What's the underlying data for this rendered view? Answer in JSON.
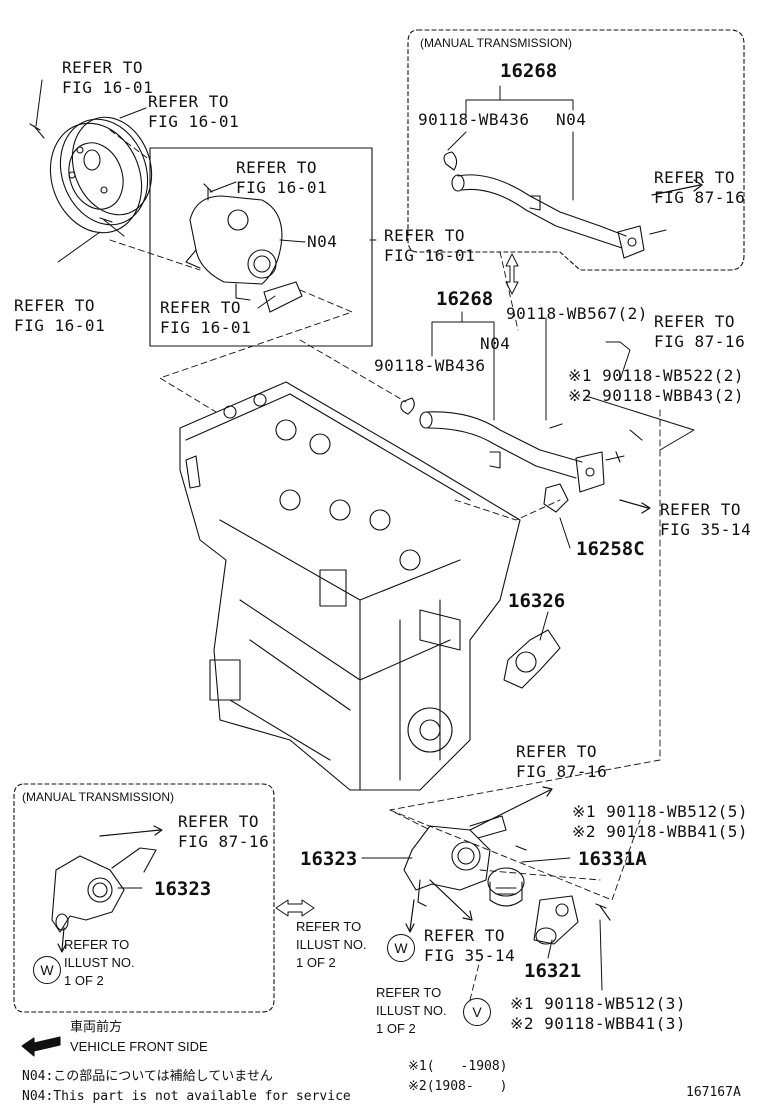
{
  "labels": {
    "refer_fig_16_01_a": [
      "REFER TO",
      "FIG 16-01"
    ],
    "refer_fig_16_01_b": [
      "REFER TO",
      "FIG 16-01"
    ],
    "refer_fig_16_01_c": [
      "REFER TO",
      "FIG 16-01"
    ],
    "refer_fig_16_01_d": [
      "REFER TO",
      "FIG 16-01"
    ],
    "refer_fig_16_01_e": [
      "REFER TO",
      "FIG 16-01"
    ],
    "refer_fig_16_01_f": [
      "REFER TO",
      "FIG 16-01"
    ],
    "n04_pump": "N04",
    "manual_trans_top": "(MANUAL TRANSMISSION)",
    "part_16268_top": "16268",
    "part_90118_wb436_top": "90118-WB436",
    "n04_top": "N04",
    "refer_fig_87_16_top": [
      "REFER TO",
      "FIG 87-16"
    ],
    "part_16268_mid": "16268",
    "part_90118_wb567": "90118-WB567(2)",
    "refer_fig_87_16_mid": [
      "REFER TO",
      "FIG 87-16"
    ],
    "n04_mid": "N04",
    "part_90118_wb436_mid": "90118-WB436",
    "bolt_wb522": "※1 90118-WB522(2)",
    "bolt_wbb43": "※2 90118-WBB43(2)",
    "refer_fig_35_14_a": [
      "REFER TO",
      "FIG 35-14"
    ],
    "part_16258c": "16258C",
    "part_16326": "16326",
    "refer_fig_87_16_bottom": [
      "REFER TO",
      "FIG 87-16"
    ],
    "bolt_wb512_5": "※1 90118-WB512(5)",
    "bolt_wbb41_5": "※2 90118-WBB41(5)",
    "part_16323_main": "16323",
    "part_16331a": "16331A",
    "refer_fig_35_14_b": [
      "REFER TO",
      "FIG 35-14"
    ],
    "part_16321": "16321",
    "bolt_wb512_3": "※1 90118-WB512(3)",
    "bolt_wbb41_3": "※2 90118-WBB41(3)",
    "refer_illust_w_mid": [
      "REFER TO",
      "ILLUST NO.",
      "1 OF 2"
    ],
    "circle_w_mid": "W",
    "refer_illust_v": [
      "REFER TO",
      "ILLUST NO.",
      "1 OF 2"
    ],
    "circle_v": "V",
    "manual_trans_bottom": "(MANUAL TRANSMISSION)",
    "refer_fig_87_16_box": [
      "REFER TO",
      "FIG 87-16"
    ],
    "part_16323_box": "16323",
    "refer_illust_w_box": [
      "REFER TO",
      "ILLUST NO.",
      "1 OF 2"
    ],
    "circle_w_box": "W",
    "front_jp": "車両前方",
    "front_en": "VEHICLE FRONT SIDE",
    "note_jp": "N04:この部品については補給していません",
    "note_en": "N04:This part is not available for service",
    "foot_1": "※1(　　-1908)",
    "foot_2": "※2(1908-　　)",
    "diagram_id": "167167A"
  }
}
